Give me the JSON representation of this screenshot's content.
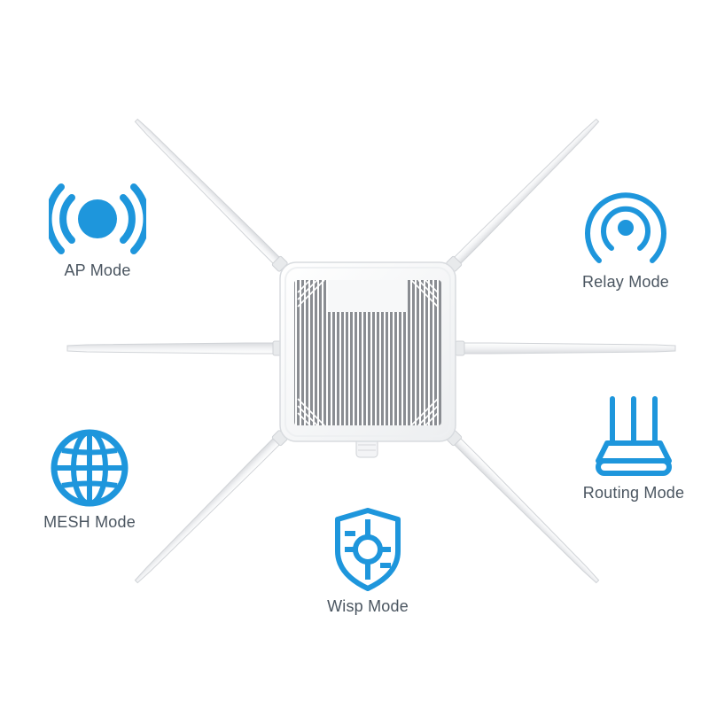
{
  "accent_color": "#1e96dc",
  "label_color": "#4a5560",
  "device": {
    "name": "outdoor-router",
    "antenna_count": 6
  },
  "modes": [
    {
      "id": "ap",
      "label": "AP Mode",
      "icon": "broadcast-icon"
    },
    {
      "id": "relay",
      "label": "Relay Mode",
      "icon": "signal-arcs-icon"
    },
    {
      "id": "mesh",
      "label": "MESH Mode",
      "icon": "globe-icon"
    },
    {
      "id": "routing",
      "label": "Routing Mode",
      "icon": "router-icon"
    },
    {
      "id": "wisp",
      "label": "Wisp Mode",
      "icon": "shield-target-icon"
    }
  ]
}
